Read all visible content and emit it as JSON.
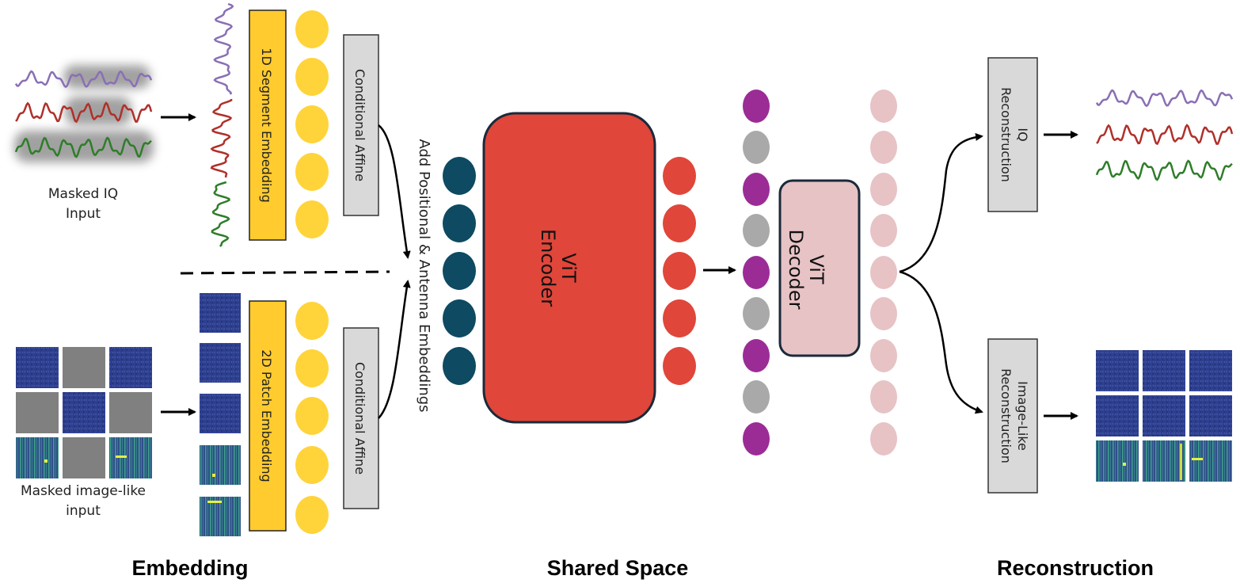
{
  "sections": {
    "embedding": "Embedding",
    "shared_space": "Shared Space",
    "reconstruction": "Reconstruction"
  },
  "inputs": {
    "iq_line1": "Masked IQ",
    "iq_line2": "Input",
    "image_line1": "Masked image-like",
    "image_line2": "input"
  },
  "blocks": {
    "segment_embedding": "1D Segment Embedding",
    "patch_embedding": "2D Patch Embedding",
    "conditional_affine_top": "Conditional Affine",
    "conditional_affine_bottom": "Conditional Affine",
    "positional_embeddings": "Add Positional & Antenna Embeddings",
    "encoder_line1": "ViT",
    "encoder_line2": "Encoder",
    "decoder_line1": "ViT",
    "decoder_line2": "Decoder",
    "iq_recon_line1": "IQ",
    "iq_recon_line2": "Reconstruction",
    "img_recon_line1": "Image-Like",
    "img_recon_line2": "Reconstruction"
  },
  "colors": {
    "embed_token": "#FFD43B",
    "embed_block": "#FFCB2E",
    "affine_block": "#D9D9D9",
    "positional_token": "#0E4A62",
    "encoder": "#E0463A",
    "encoder_token": "#E0463A",
    "visible_token": "#9B2C96",
    "mask_token": "#A9A9A9",
    "decoder": "#E7C3C6",
    "decoder_token": "#E7C3C6",
    "iq_purple": "#8A6FB5",
    "iq_red": "#B0302A",
    "iq_green": "#2F7D2A",
    "patch_bg": "#2E3F8F",
    "mask_patch": "#808080"
  }
}
